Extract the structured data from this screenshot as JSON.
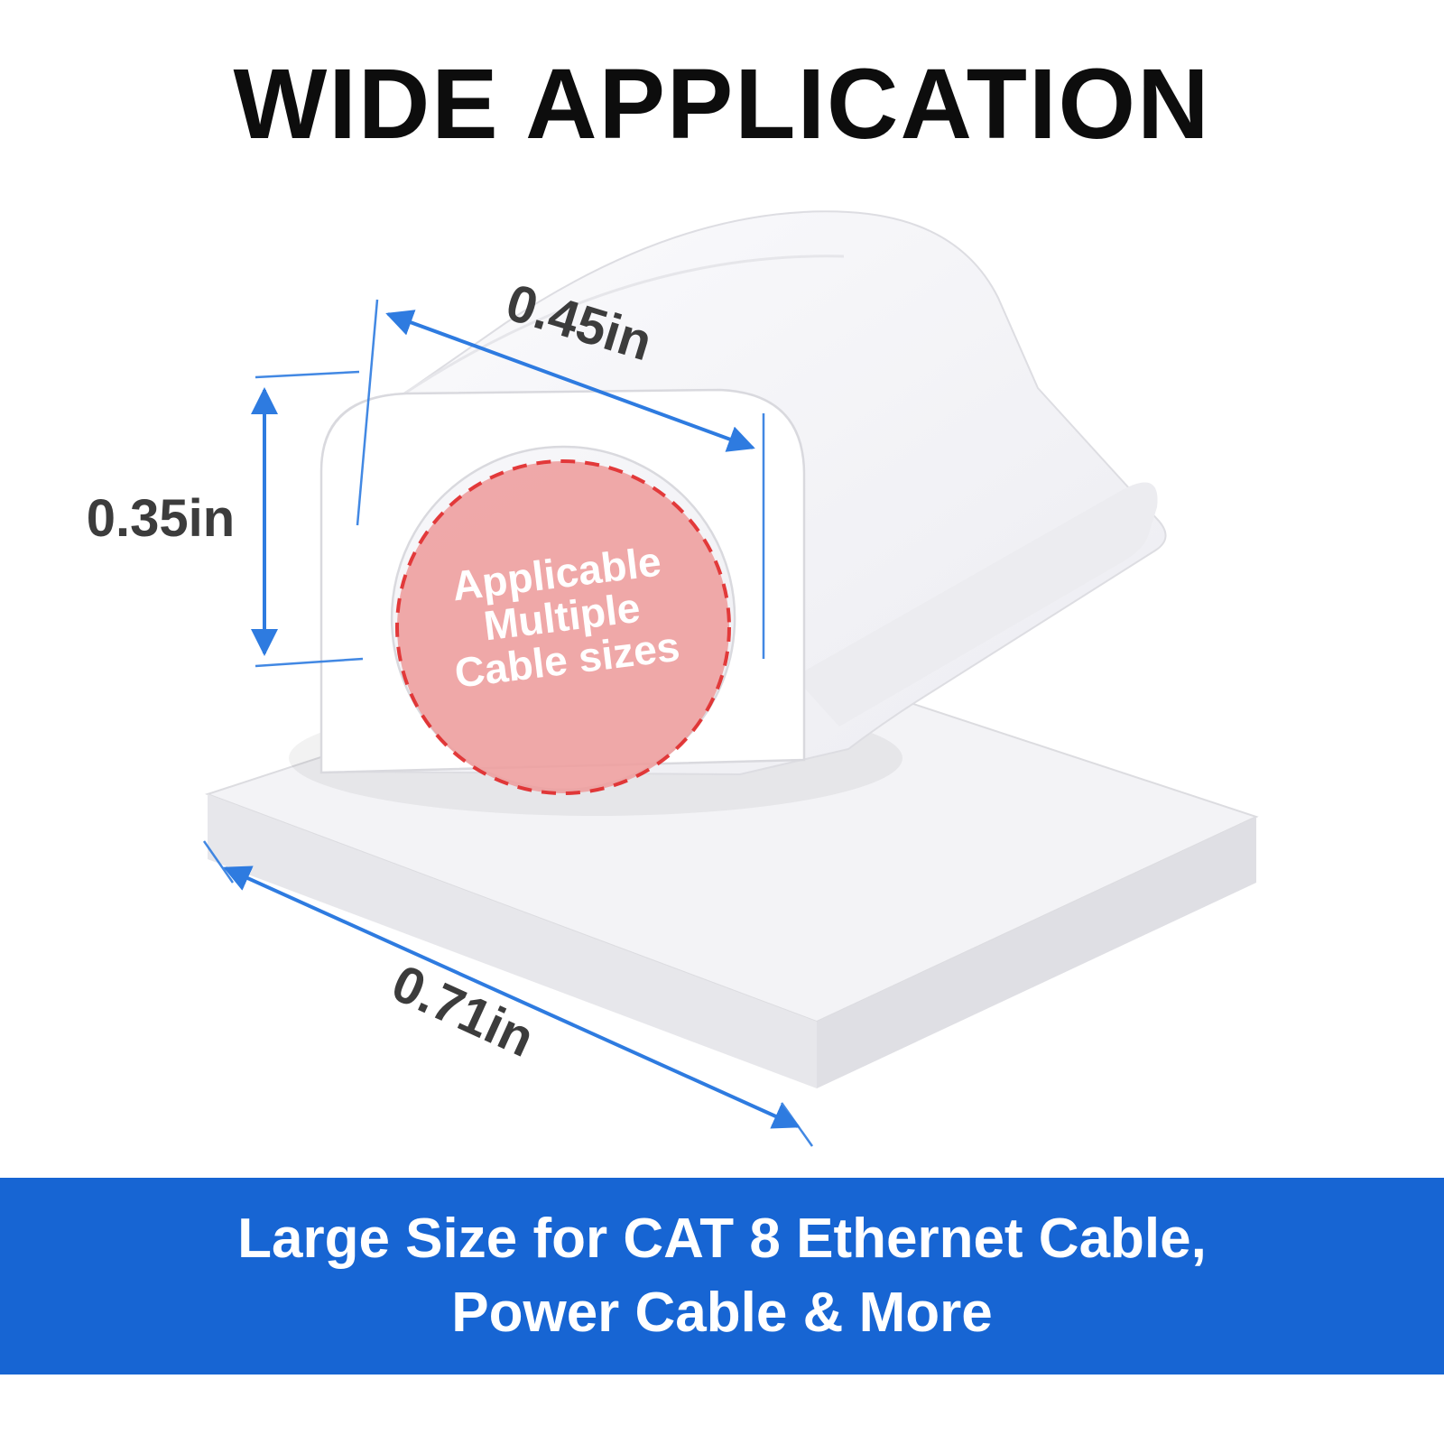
{
  "title": "WIDE APPLICATION",
  "dimensions": {
    "top_width": "0.45in",
    "left_height": "0.35in",
    "bottom_width": "0.71in"
  },
  "circle_label": {
    "line1": "Applicable",
    "line2": "Multiple",
    "line3": "Cable sizes"
  },
  "banner": {
    "line1": "Large Size for CAT 8 Ethernet Cable,",
    "line2": "Power Cable & More"
  },
  "colors": {
    "banner_blue": "#1765d3",
    "arrow_blue": "#2e7be0",
    "dashed_red": "#e02020",
    "circle_pink": "#ef9e9e",
    "dim_text": "#3c3c3c"
  }
}
